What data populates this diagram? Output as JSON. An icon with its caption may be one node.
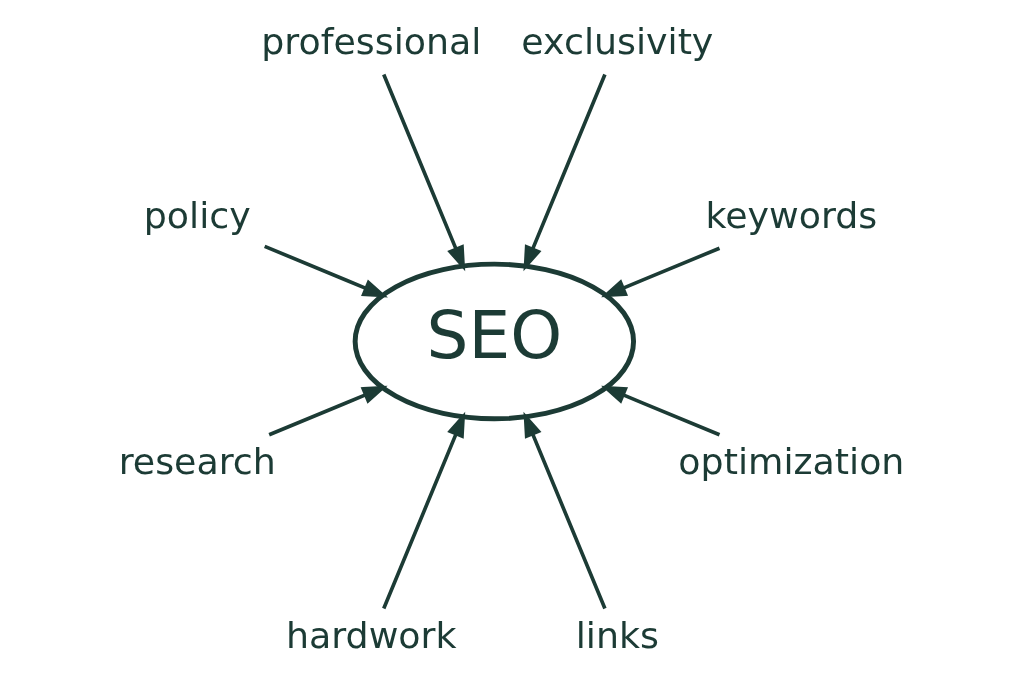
{
  "diagram": {
    "nodes": [
      {
        "text": [
          "SEO"
        ]
      },
      {
        "text": [
          "keywords"
        ]
      },
      {
        "text": [
          "exclusivity"
        ]
      },
      {
        "text": [
          "professional"
        ]
      },
      {
        "text": [
          "policy"
        ]
      },
      {
        "text": [
          "research"
        ]
      },
      {
        "text": [
          "hardwork"
        ]
      },
      {
        "text": [
          "links"
        ]
      },
      {
        "text": [
          "optimization"
        ]
      }
    ],
    "edges": [
      {
        "from": 1,
        "to": 0,
        "arrow": "to"
      },
      {
        "from": 2,
        "to": 0,
        "arrow": "to"
      },
      {
        "from": 3,
        "to": 0,
        "arrow": "to"
      },
      {
        "from": 4,
        "to": 0,
        "arrow": "to"
      },
      {
        "from": 5,
        "to": 0,
        "arrow": "to"
      },
      {
        "from": 6,
        "to": 0,
        "arrow": "to"
      },
      {
        "from": 7,
        "to": 0,
        "arrow": "to"
      },
      {
        "from": 8,
        "to": 0,
        "arrow": "to"
      }
    ]
  }
}
